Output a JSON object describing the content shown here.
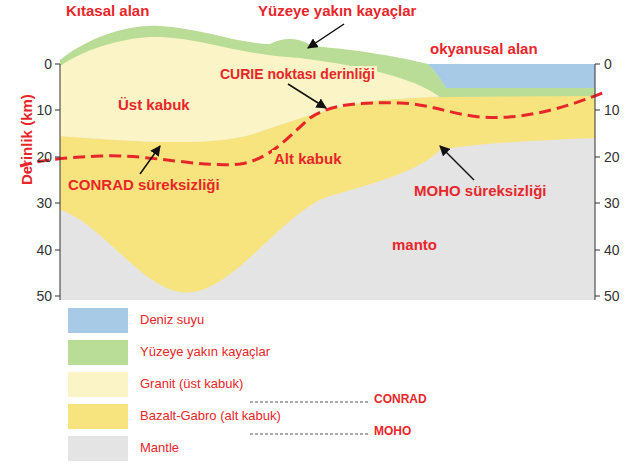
{
  "diagram": {
    "labels": [
      "Kıtasal alan",
      "Yüzeye yakın kayaçlar",
      "okyanusal alan",
      "CURIE noktası derinliği",
      "Üst kabuk",
      "Alt kabuk",
      "CONRAD süreksizliği",
      "MOHO süreksizliği",
      "manto",
      "Derinlik (km)",
      "0",
      "10",
      "20",
      "30",
      "40",
      "50",
      "0",
      "10",
      "20",
      "30",
      "40",
      "50",
      "CONRAD",
      "MOHO"
    ],
    "legend": [
      {
        "text": "Deniz suyu",
        "color": "#a7cbe6"
      },
      {
        "text": "Yüzeye yakın kayaçlar",
        "color": "#b9dc96"
      },
      {
        "text": "Granit (üst kabuk)",
        "color": "#faf4c6"
      },
      {
        "text": "Bazalt-Gabro (alt kabuk)",
        "color": "#f8e47e"
      },
      {
        "text": "Mantle",
        "color": "#e4e4e4"
      }
    ]
  }
}
